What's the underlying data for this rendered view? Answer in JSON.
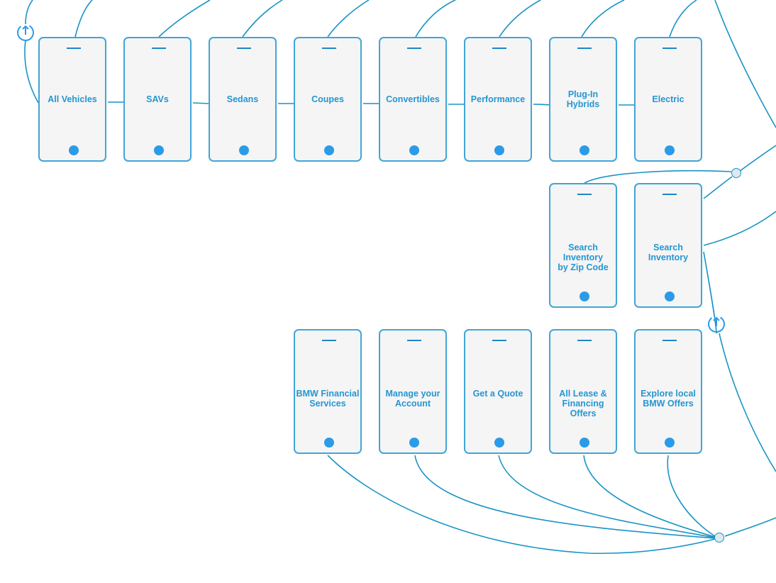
{
  "diagram": {
    "rows": [
      {
        "id": "categories",
        "screens": [
          "All Vehicles",
          "SAVs",
          "Sedans",
          "Coupes",
          "Convertibles",
          "Performance",
          "Plug-In Hybrids",
          "Electric"
        ]
      },
      {
        "id": "inventory",
        "screens": [
          "Search Inventory\nby Zip Code",
          "Search\nInventory"
        ]
      },
      {
        "id": "offers",
        "screens": [
          "BMW Financial\nServices",
          "Manage your\nAccount",
          "Get a Quote",
          "All Lease &\nFinancing\nOffers",
          "Explore local\nBMW Offers"
        ]
      }
    ],
    "icons": {
      "start": "power-start-icon",
      "junction": "junction-node"
    },
    "colors": {
      "line": "#1994c5",
      "frame": "#41a5d8",
      "label": "#2596d2",
      "button": "#2b9be8",
      "screen": "#f5f5f5"
    }
  }
}
